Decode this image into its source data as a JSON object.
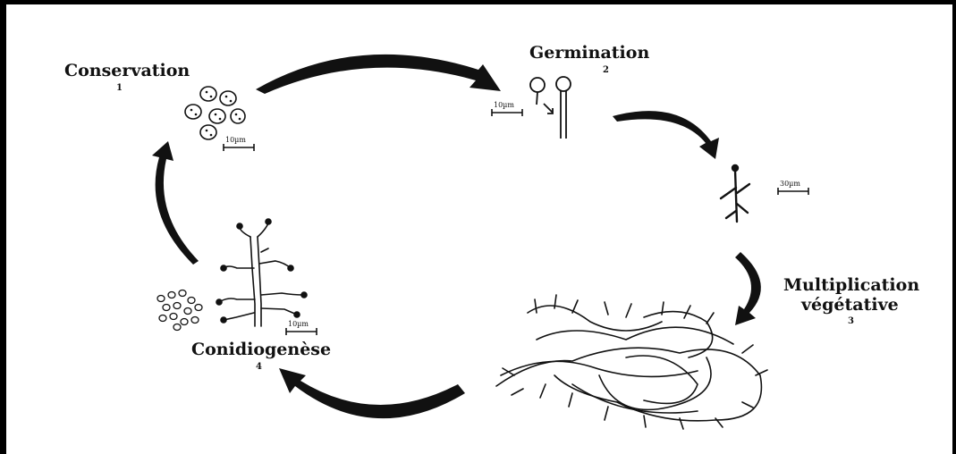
{
  "stages": [
    {
      "title": "Conservation",
      "number": "1"
    },
    {
      "title": "Germination",
      "number": "2"
    },
    {
      "title": "Multiplication",
      "title2": "végétative",
      "number": "3"
    },
    {
      "title": "Conidiogenèse",
      "number": "4"
    }
  ],
  "scale_bars": {
    "conservation": "10µm",
    "germination": "10µm",
    "hypha": "30µm",
    "conidiogenesis": "10µm"
  },
  "colors": {
    "ink": "#111111",
    "background": "#ffffff"
  }
}
